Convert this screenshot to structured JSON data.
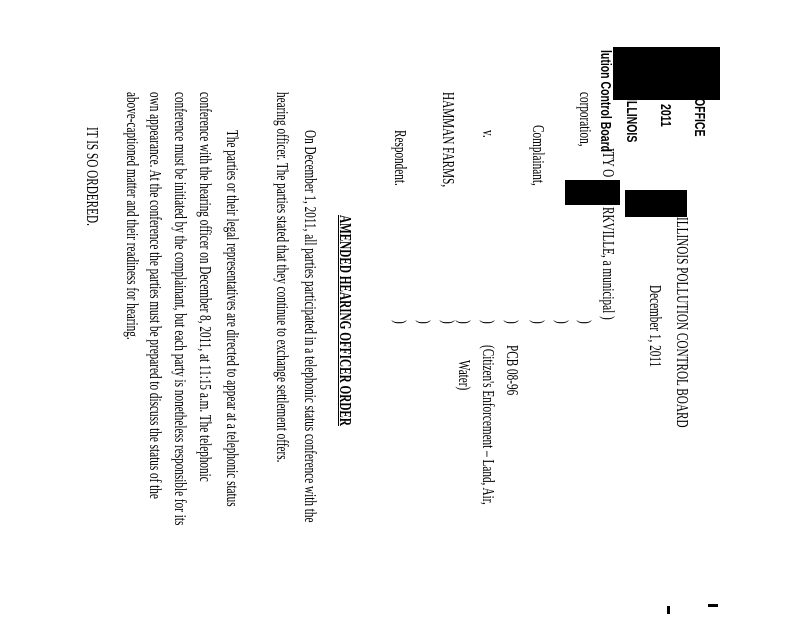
{
  "header": {
    "board_title": "ILLINOIS POLLUTION CONTROL BOARD",
    "date": "December 1, 2011",
    "stamp_office": "OFFICE",
    "stamp_year": "2011",
    "stamp_state": "ILLINOIS",
    "stamp_board": "lution Control Board"
  },
  "caption": {
    "complainant_line1": "ITY O",
    "complainant_line1b": "RKVILLE, a municipal )",
    "complainant_line2": "corporation,",
    "complainant_role": "Complainant,",
    "versus": "v.",
    "respondent_name": "HAMMAN FARMS,",
    "respondent_role": "Respondent.",
    "paren": ")",
    "case_number": "PCB 08-96",
    "case_type_line1": "(Citizen's Enforcement – Land, Air,",
    "case_type_line2": "Water)"
  },
  "order": {
    "title": "AMENDED HEARING OFFICER ORDER",
    "paragraph1": [
      "On December 1, 2011, all parties participated in a telephonic status conference with the",
      "hearing officer.  The parties stated that they continue to exchange settlement offers."
    ],
    "paragraph2": [
      "The parties or their legal representatives are directed to appear at a telephonic status",
      "conference with the hearing officer on December 8, 2011, at 11:15 a.m. The telephonic",
      "conference must be initiated by the complainant, but each party is nonetheless responsible for its",
      "own appearance.  At the conference the parties must be prepared to discuss the status of the",
      "above-captioned matter and their readiness for hearing."
    ],
    "closing": "IT IS SO ORDERED."
  }
}
